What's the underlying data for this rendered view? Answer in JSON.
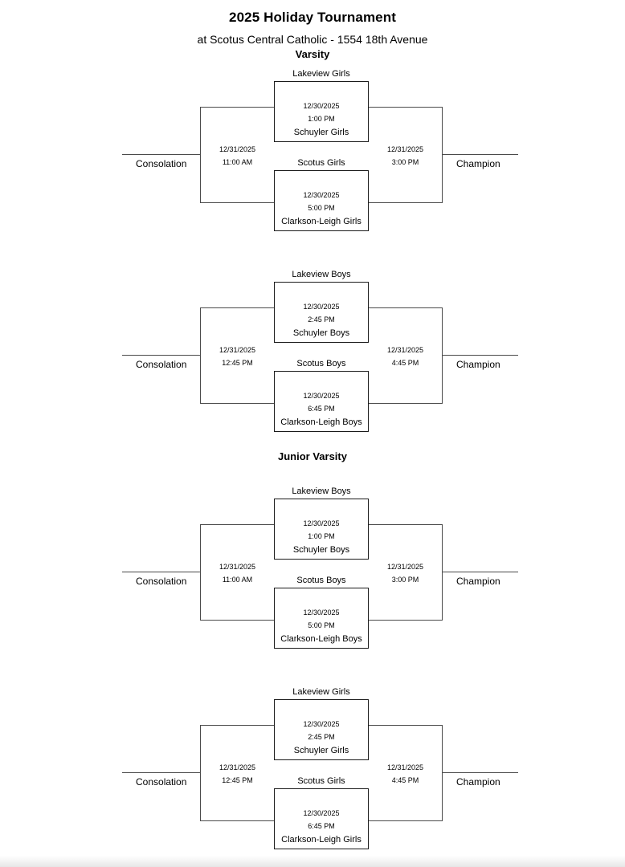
{
  "header": {
    "title": "2025 Holiday Tournament",
    "subtitle": "at Scotus Central Catholic - 1554 18th Avenue"
  },
  "divisions": [
    {
      "id": "varsity",
      "label": "Varsity"
    },
    {
      "id": "junior-varsity",
      "label": "Junior Varsity"
    }
  ],
  "labels": {
    "consolation": "Consolation",
    "champion": "Champion"
  },
  "brackets": [
    {
      "id": "varsity-girls",
      "division": "Varsity",
      "semifinal_top": {
        "team_top": "Lakeview Girls",
        "date": "12/30/2025",
        "time": "1:00 PM",
        "team_bottom": "Schuyler Girls"
      },
      "semifinal_bottom": {
        "team_top": "Scotus Girls",
        "date": "12/30/2025",
        "time": "5:00 PM",
        "team_bottom": "Clarkson-Leigh Girls"
      },
      "consolation": {
        "date": "12/31/2025",
        "time": "11:00 AM",
        "label": "Consolation"
      },
      "championship": {
        "date": "12/31/2025",
        "time": "3:00 PM",
        "label": "Champion"
      }
    },
    {
      "id": "varsity-boys",
      "division": "Varsity",
      "semifinal_top": {
        "team_top": "Lakeview Boys",
        "date": "12/30/2025",
        "time": "2:45 PM",
        "team_bottom": "Schuyler Boys"
      },
      "semifinal_bottom": {
        "team_top": "Scotus Boys",
        "date": "12/30/2025",
        "time": "6:45 PM",
        "team_bottom": "Clarkson-Leigh Boys"
      },
      "consolation": {
        "date": "12/31/2025",
        "time": "12:45 PM",
        "label": "Consolation"
      },
      "championship": {
        "date": "12/31/2025",
        "time": "4:45 PM",
        "label": "Champion"
      }
    },
    {
      "id": "jv-boys",
      "division": "Junior Varsity",
      "semifinal_top": {
        "team_top": "Lakeview Boys",
        "date": "12/30/2025",
        "time": "1:00 PM",
        "team_bottom": "Schuyler Boys"
      },
      "semifinal_bottom": {
        "team_top": "Scotus Boys",
        "date": "12/30/2025",
        "time": "5:00 PM",
        "team_bottom": "Clarkson-Leigh Boys"
      },
      "consolation": {
        "date": "12/31/2025",
        "time": "11:00 AM",
        "label": "Consolation"
      },
      "championship": {
        "date": "12/31/2025",
        "time": "3:00 PM",
        "label": "Champion"
      }
    },
    {
      "id": "jv-girls",
      "division": "Junior Varsity",
      "semifinal_top": {
        "team_top": "Lakeview Girls",
        "date": "12/30/2025",
        "time": "2:45 PM",
        "team_bottom": "Schuyler Girls"
      },
      "semifinal_bottom": {
        "team_top": "Scotus Girls",
        "date": "12/30/2025",
        "time": "6:45 PM",
        "team_bottom": "Clarkson-Leigh Girls"
      },
      "consolation": {
        "date": "12/31/2025",
        "time": "12:45 PM",
        "label": "Consolation"
      },
      "championship": {
        "date": "12/31/2025",
        "time": "4:45 PM",
        "label": "Champion"
      }
    }
  ],
  "colors": {
    "box_border": "#1a1a1a",
    "arm_border": "#4a4a4a",
    "text": "#000000",
    "background": "#ffffff"
  }
}
